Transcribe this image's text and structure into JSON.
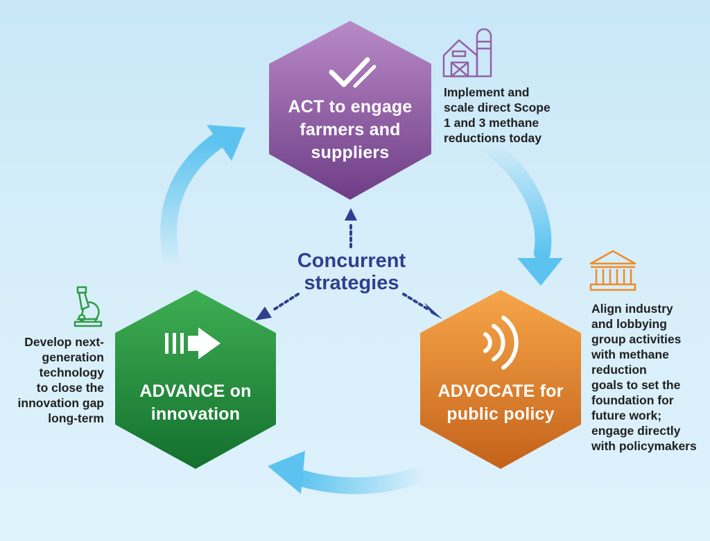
{
  "center": {
    "line1": "Concurrent",
    "line2": "strategies"
  },
  "act": {
    "label_lines": [
      "ACT to engage",
      "farmers and",
      "suppliers"
    ],
    "icon": "checkmark-icon",
    "color_top": "#b98ac8",
    "color_bottom": "#6e3d86",
    "side_icon": "barn-silo-icon",
    "side_lines": [
      "Implement and",
      "scale direct Scope",
      "1 and 3 methane",
      "reductions today"
    ]
  },
  "advocate": {
    "label_lines": [
      "ADVOCATE for",
      "public policy"
    ],
    "icon": "broadcast-icon",
    "color_top": "#f7a64a",
    "color_bottom": "#c4621a",
    "side_icon": "government-building-icon",
    "side_lines": [
      "Align industry",
      "and lobbying",
      "group activities",
      "with methane",
      "reduction",
      "goals to set the",
      "foundation for",
      "future work;",
      "engage directly",
      "with policymakers"
    ]
  },
  "advance": {
    "label_lines": [
      "ADVANCE on",
      "innovation"
    ],
    "icon": "forward-arrow-icon",
    "color_top": "#3fae53",
    "color_bottom": "#13702e",
    "side_icon": "microscope-icon",
    "side_lines": [
      "Develop next-",
      "generation",
      "technology",
      "to close the",
      "innovation gap",
      "long-term"
    ]
  },
  "colors": {
    "cycle_arrow": "#5cc3f0",
    "dotted_arrow": "#2f3e8f",
    "outline_icon_purple": "#9460a8",
    "outline_icon_orange": "#ef8a24",
    "outline_icon_green": "#2f9a48"
  }
}
